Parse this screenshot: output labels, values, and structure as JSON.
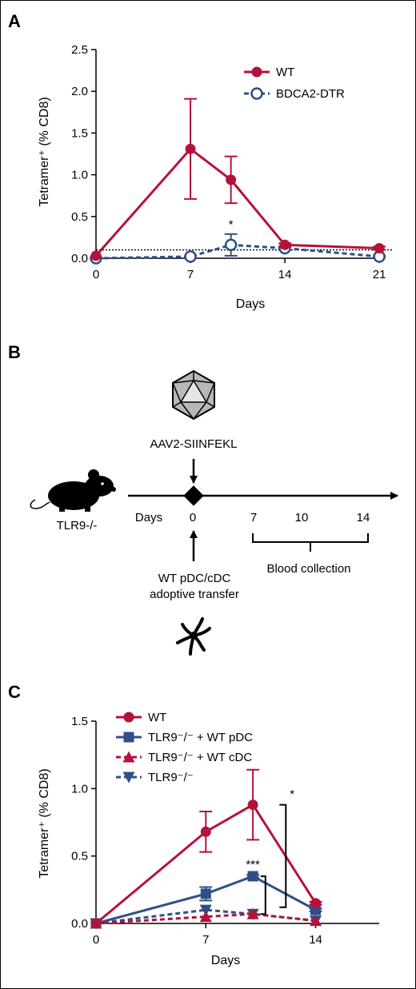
{
  "colors": {
    "wt": "#b5123a",
    "blue": "#2f4f86",
    "black": "#000000"
  },
  "panel_labels": {
    "a": "A",
    "b": "B",
    "c": "C"
  },
  "chart_data": [
    {
      "panel": "A",
      "type": "line",
      "xlabel": "Days",
      "ylabel": "Tetramer⁺ (% CD8)",
      "xlim": [
        0,
        22
      ],
      "ylim": [
        0,
        2.5
      ],
      "xticks": [
        "0",
        "7",
        "14",
        "21"
      ],
      "xtick_values": [
        0,
        7,
        14,
        21
      ],
      "yticks": [
        "0.0",
        "0.5",
        "1.0",
        "1.5",
        "2.0",
        "2.5"
      ],
      "ytick_values": [
        0,
        0.5,
        1.0,
        1.5,
        2.0,
        2.5
      ],
      "baseline": 0.1,
      "series": [
        {
          "name": "WT",
          "style": "solid",
          "marker": "circle-filled",
          "color": "#b5123a",
          "x": [
            0,
            7,
            10,
            14,
            21
          ],
          "y": [
            0.03,
            1.31,
            0.94,
            0.16,
            0.12
          ],
          "err": [
            0,
            0.6,
            0.28,
            0.02,
            0.02
          ]
        },
        {
          "name": "BDCA2-DTR",
          "style": "dashed",
          "marker": "circle-open",
          "color": "#2f4f86",
          "x": [
            0,
            7,
            10,
            14,
            21
          ],
          "y": [
            0.0,
            0.02,
            0.16,
            0.12,
            0.02
          ],
          "err": [
            0,
            0.0,
            0.13,
            0.02,
            0.01
          ]
        }
      ],
      "annotations": [
        {
          "text": "*",
          "x": 10,
          "y": 0.36
        }
      ]
    },
    {
      "panel": "C",
      "type": "line",
      "xlabel": "Days",
      "ylabel": "Tetramer⁺ (% CD8)",
      "xlim": [
        0,
        18
      ],
      "ylim": [
        0,
        1.5
      ],
      "xticks": [
        "0",
        "7",
        "14"
      ],
      "xtick_values": [
        0,
        7,
        14
      ],
      "yticks": [
        "0.0",
        "0.5",
        "1.0",
        "1.5"
      ],
      "ytick_values": [
        0,
        0.5,
        1.0,
        1.5
      ],
      "series": [
        {
          "name": "WT",
          "style": "solid",
          "marker": "circle-filled",
          "color": "#b5123a",
          "x": [
            0,
            7,
            10,
            14
          ],
          "y": [
            0.0,
            0.68,
            0.88,
            0.15
          ],
          "err": [
            0,
            0.15,
            0.26,
            0.01
          ]
        },
        {
          "name": "TLR9⁻/⁻ + WT pDC",
          "style": "solid",
          "marker": "square-filled",
          "color": "#2f4f86",
          "x": [
            0,
            7,
            10,
            14
          ],
          "y": [
            0.0,
            0.22,
            0.35,
            0.1
          ],
          "err": [
            0,
            0.05,
            0.01,
            0.01
          ]
        },
        {
          "name": "TLR9⁻/⁻ + WT cDC",
          "style": "dashed",
          "marker": "triangle-up-filled",
          "color": "#b5123a",
          "x": [
            0,
            7,
            10,
            14
          ],
          "y": [
            0.0,
            0.05,
            0.07,
            0.02
          ],
          "err": [
            0,
            0.0,
            0.0,
            0.0
          ]
        },
        {
          "name": "TLR9⁻/⁻",
          "style": "dashed",
          "marker": "triangle-down-filled",
          "color": "#2f4f86",
          "x": [
            0,
            7,
            10,
            14
          ],
          "y": [
            0.0,
            0.1,
            0.07,
            0.02
          ],
          "err": [
            0,
            0.0,
            0.0,
            0.0
          ]
        }
      ],
      "annotations": [
        {
          "text": "***",
          "x": 10,
          "y": 0.41
        },
        {
          "text": "*",
          "x": 12.5,
          "y": 0.93
        }
      ]
    }
  ],
  "diagram": {
    "virus_label": "AAV2-SIINFEKL",
    "mouse_label": "TLR9-/-",
    "days_label": "Days",
    "timeline_ticks": [
      "0",
      "7",
      "10",
      "14"
    ],
    "blood_label": "Blood collection",
    "transfer_label_line1": "WT pDC/cDC",
    "transfer_label_line2": "adoptive transfer"
  }
}
